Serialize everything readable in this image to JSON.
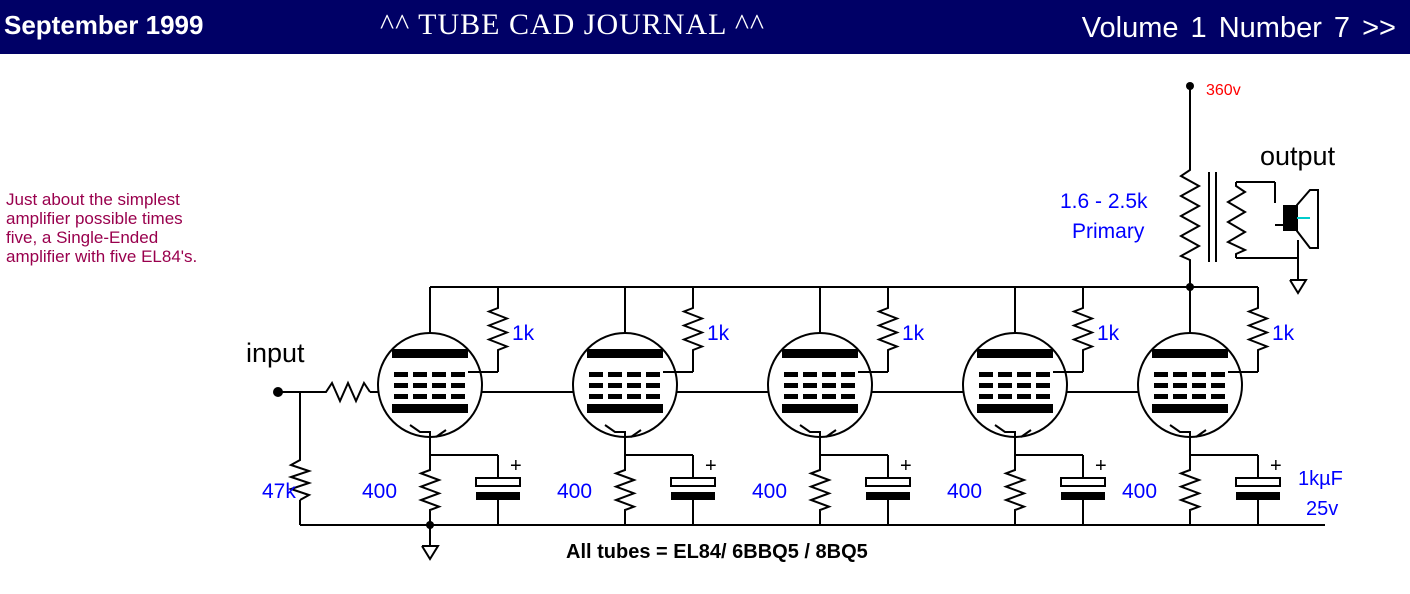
{
  "header": {
    "left": "September 1999",
    "center": "^^  TUBE CAD JOURNAL  ^^",
    "right": "Volume 1  Number 7  >>"
  },
  "description": "Just about the simplest amplifier possible times five, a Single-Ended amplifier with five EL84's.",
  "schematic": {
    "supply_voltage": "360v",
    "output_label": "output",
    "primary_impedance": "1.6 - 2.5k",
    "primary_label": "Primary",
    "input_label": "input",
    "grid_resistor": "47k",
    "screen_resistor": "1k",
    "cathode_resistor": "400",
    "cap_polarity": "+",
    "cap_value": "1kµF",
    "cap_voltage": "25v",
    "tube_note": "All tubes = EL84/ 6BBQ5 / 8BQ5",
    "tube_count": 5,
    "colors": {
      "component_labels": "#0000ff",
      "supply": "#ff0000",
      "text": "#000000",
      "note": "#99004d",
      "header_bg": "#000066"
    }
  }
}
